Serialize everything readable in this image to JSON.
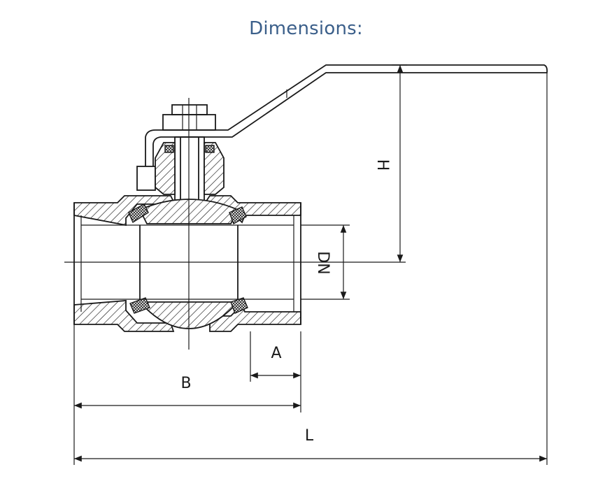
{
  "title": "Dimensions:",
  "dimension_labels": {
    "H": "H",
    "DN": "DN",
    "A": "A",
    "B": "B",
    "L": "L"
  }
}
